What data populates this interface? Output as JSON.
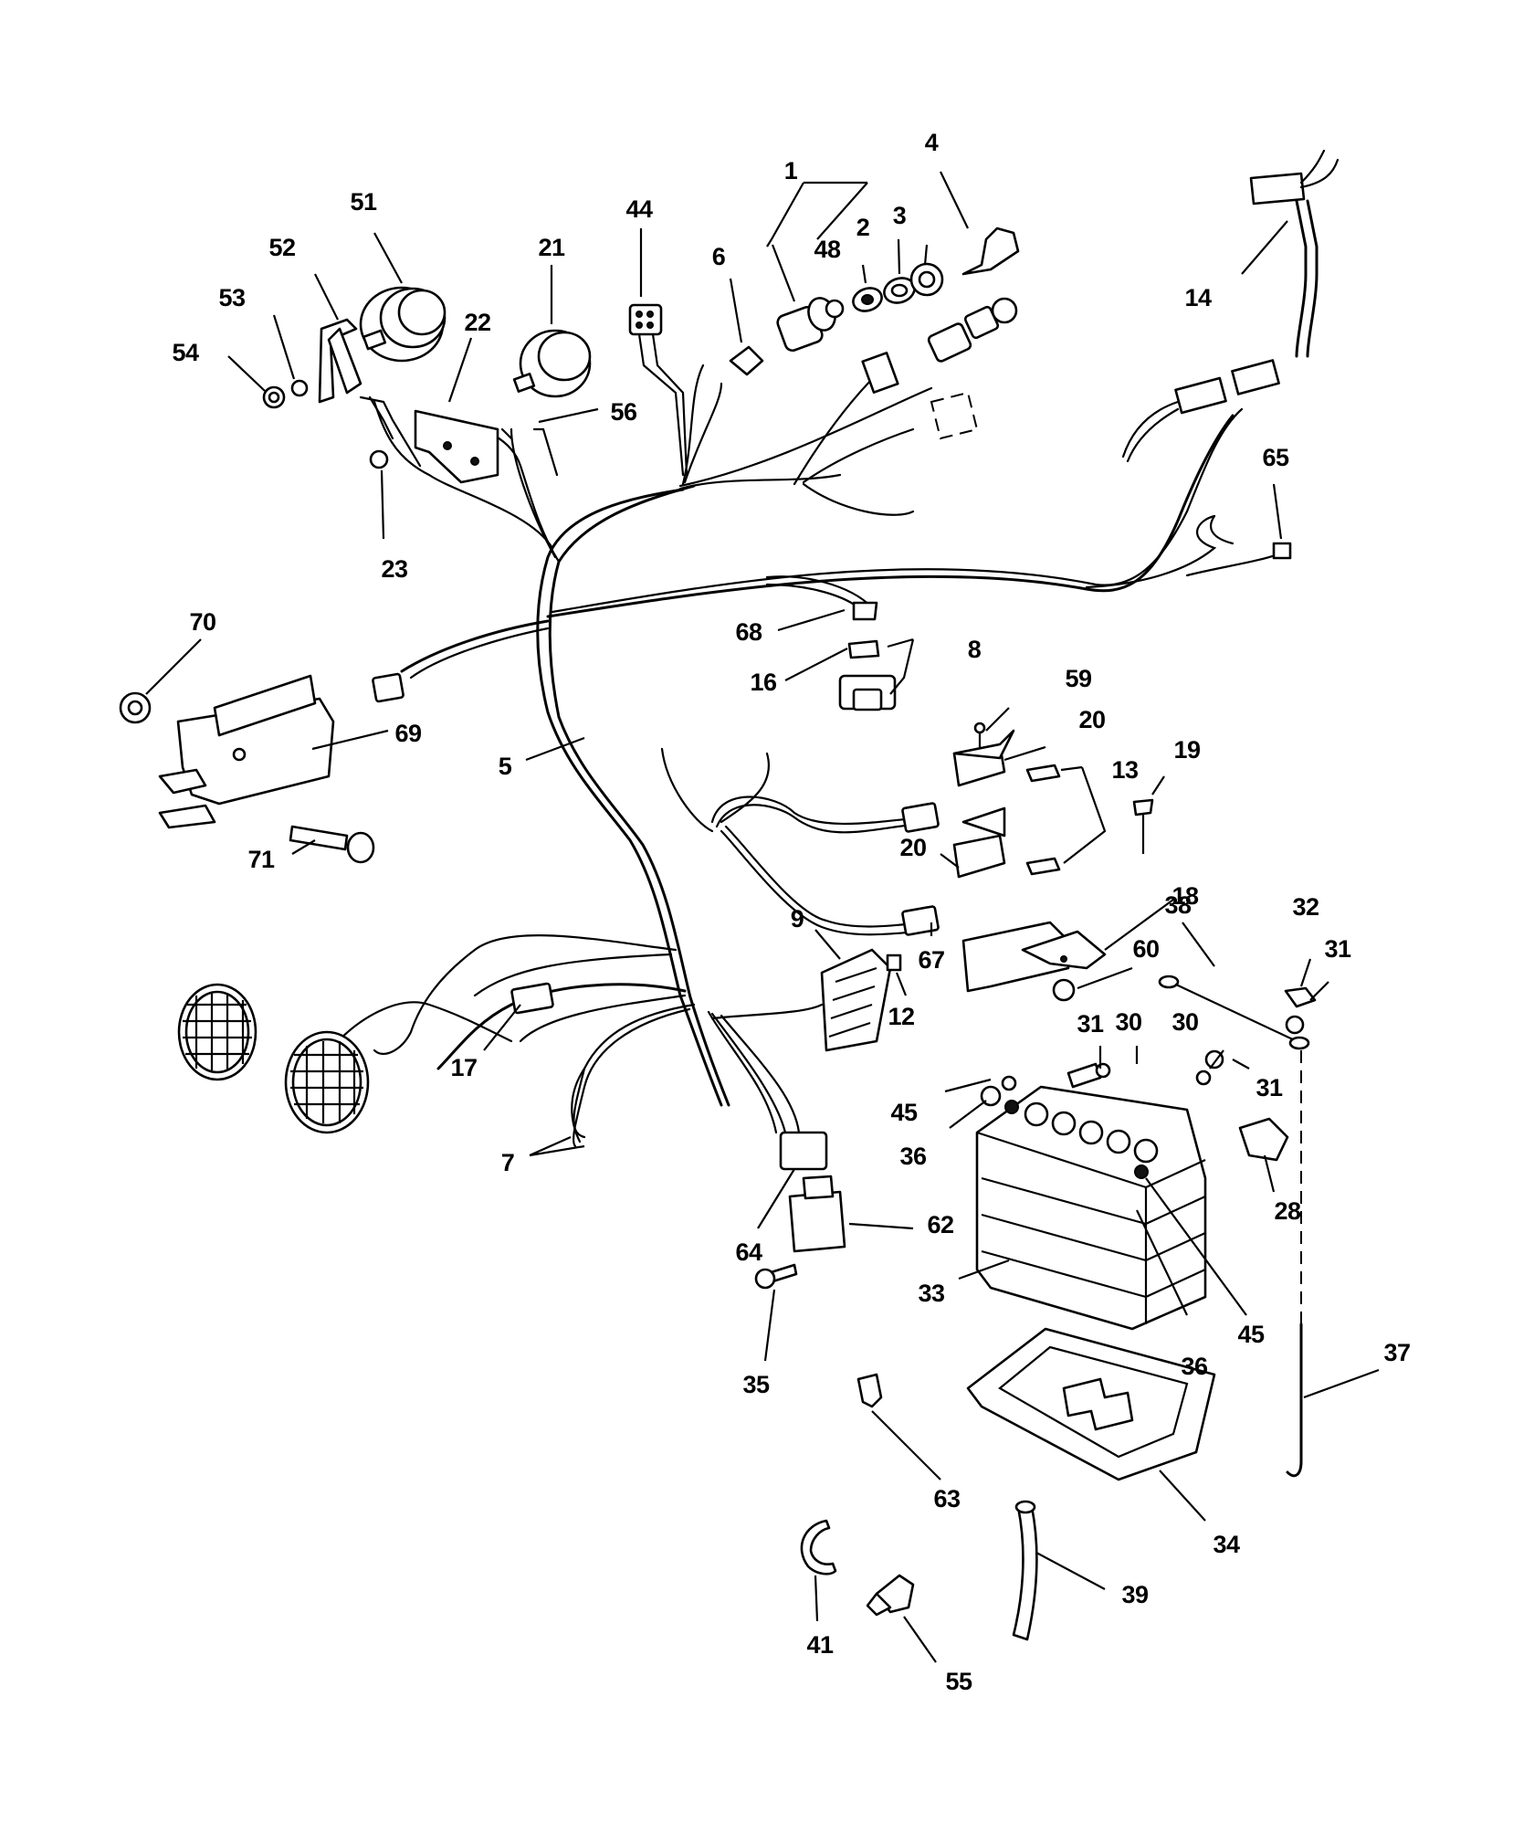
{
  "callouts": [
    {
      "id": "c1",
      "text": "1"
    },
    {
      "id": "c2",
      "text": "2"
    },
    {
      "id": "c3",
      "text": "3"
    },
    {
      "id": "c4",
      "text": "4"
    },
    {
      "id": "c48",
      "text": "48"
    },
    {
      "id": "c6",
      "text": "6"
    },
    {
      "id": "c44",
      "text": "44"
    },
    {
      "id": "c14",
      "text": "14"
    },
    {
      "id": "c51",
      "text": "51"
    },
    {
      "id": "c52",
      "text": "52"
    },
    {
      "id": "c53",
      "text": "53"
    },
    {
      "id": "c54",
      "text": "54"
    },
    {
      "id": "c21",
      "text": "21"
    },
    {
      "id": "c22",
      "text": "22"
    },
    {
      "id": "c56",
      "text": "56"
    },
    {
      "id": "c23",
      "text": "23"
    },
    {
      "id": "c65",
      "text": "65"
    },
    {
      "id": "c70",
      "text": "70"
    },
    {
      "id": "c68",
      "text": "68"
    },
    {
      "id": "c8",
      "text": "8"
    },
    {
      "id": "c16",
      "text": "16"
    },
    {
      "id": "c69",
      "text": "69"
    },
    {
      "id": "c5",
      "text": "5"
    },
    {
      "id": "c71",
      "text": "71"
    },
    {
      "id": "c59",
      "text": "59"
    },
    {
      "id": "c20a",
      "text": "20"
    },
    {
      "id": "c13",
      "text": "13"
    },
    {
      "id": "c19",
      "text": "19"
    },
    {
      "id": "c20b",
      "text": "20"
    },
    {
      "id": "c18",
      "text": "18"
    },
    {
      "id": "c67",
      "text": "67"
    },
    {
      "id": "c9",
      "text": "9"
    },
    {
      "id": "c12",
      "text": "12"
    },
    {
      "id": "c60",
      "text": "60"
    },
    {
      "id": "c38",
      "text": "38"
    },
    {
      "id": "c32",
      "text": "32"
    },
    {
      "id": "c31a",
      "text": "31"
    },
    {
      "id": "c17",
      "text": "17"
    },
    {
      "id": "c7",
      "text": "7"
    },
    {
      "id": "c31b",
      "text": "31"
    },
    {
      "id": "c30a",
      "text": "30"
    },
    {
      "id": "c30b",
      "text": "30"
    },
    {
      "id": "c31c",
      "text": "31"
    },
    {
      "id": "c45a",
      "text": "45"
    },
    {
      "id": "c36a",
      "text": "36"
    },
    {
      "id": "c28",
      "text": "28"
    },
    {
      "id": "c62",
      "text": "62"
    },
    {
      "id": "c64",
      "text": "64"
    },
    {
      "id": "c33",
      "text": "33"
    },
    {
      "id": "c45b",
      "text": "45"
    },
    {
      "id": "c36b",
      "text": "36"
    },
    {
      "id": "c37",
      "text": "37"
    },
    {
      "id": "c35",
      "text": "35"
    },
    {
      "id": "c63",
      "text": "63"
    },
    {
      "id": "c34",
      "text": "34"
    },
    {
      "id": "c39",
      "text": "39"
    },
    {
      "id": "c41",
      "text": "41"
    },
    {
      "id": "c55",
      "text": "55"
    }
  ]
}
